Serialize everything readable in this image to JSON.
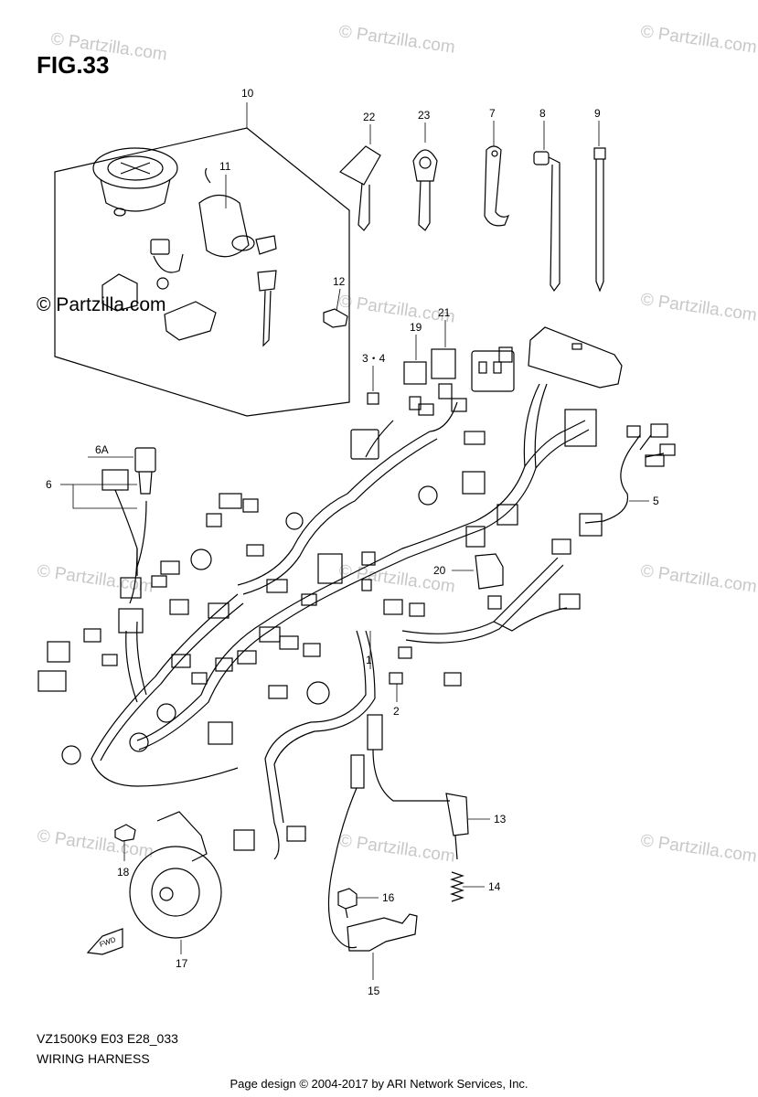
{
  "figure": "FIG.33",
  "copyright_mark": "© Partzilla.com",
  "watermark_text": "© Partzilla.com",
  "model_code": "VZ1500K9 E03 E28_033",
  "section_title": "WIRING HARNESS",
  "footer": "Page design © 2004-2017 by ARI Network Services, Inc.",
  "fwd_label": "FWD",
  "callouts": {
    "c1": "1",
    "c2": "2",
    "c34": "3・4",
    "c5": "5",
    "c6": "6",
    "c6a": "6A",
    "c7": "7",
    "c8": "8",
    "c9": "9",
    "c10": "10",
    "c11": "11",
    "c12": "12",
    "c13": "13",
    "c14": "14",
    "c15": "15",
    "c16": "16",
    "c17": "17",
    "c18": "18",
    "c19": "19",
    "c20": "20",
    "c21": "21",
    "c22": "22",
    "c23": "23"
  }
}
